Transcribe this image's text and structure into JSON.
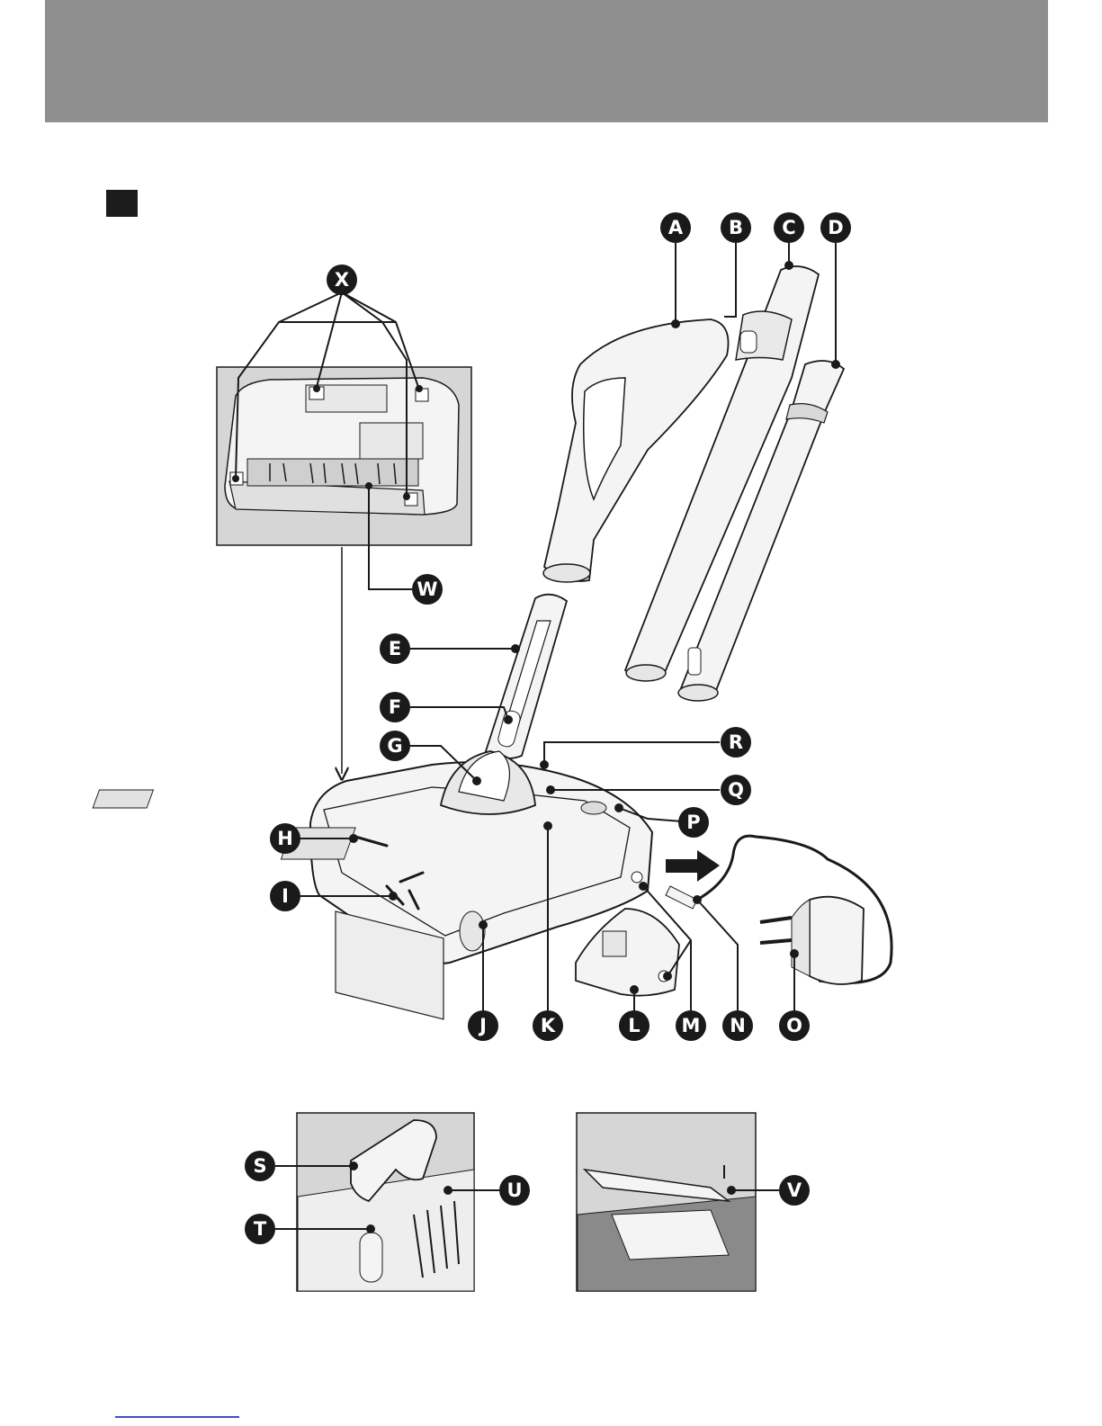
{
  "header": {
    "band_color": "#8f8f8f"
  },
  "section_marker": {
    "color": "#1c1c1c"
  },
  "callouts": {
    "A": "A",
    "B": "B",
    "C": "C",
    "D": "D",
    "E": "E",
    "F": "F",
    "G": "G",
    "H": "H",
    "I": "I",
    "J": "J",
    "K": "K",
    "L": "L",
    "M": "M",
    "N": "N",
    "O": "O",
    "P": "P",
    "Q": "Q",
    "R": "R",
    "S": "S",
    "T": "T",
    "U": "U",
    "V": "V",
    "W": "W",
    "X": "X"
  },
  "colors": {
    "ink": "#1a1a1a",
    "inset_background": "#d6d6d6",
    "body_fill": "#f4f4f4",
    "footer_link": "#3a52c9"
  }
}
